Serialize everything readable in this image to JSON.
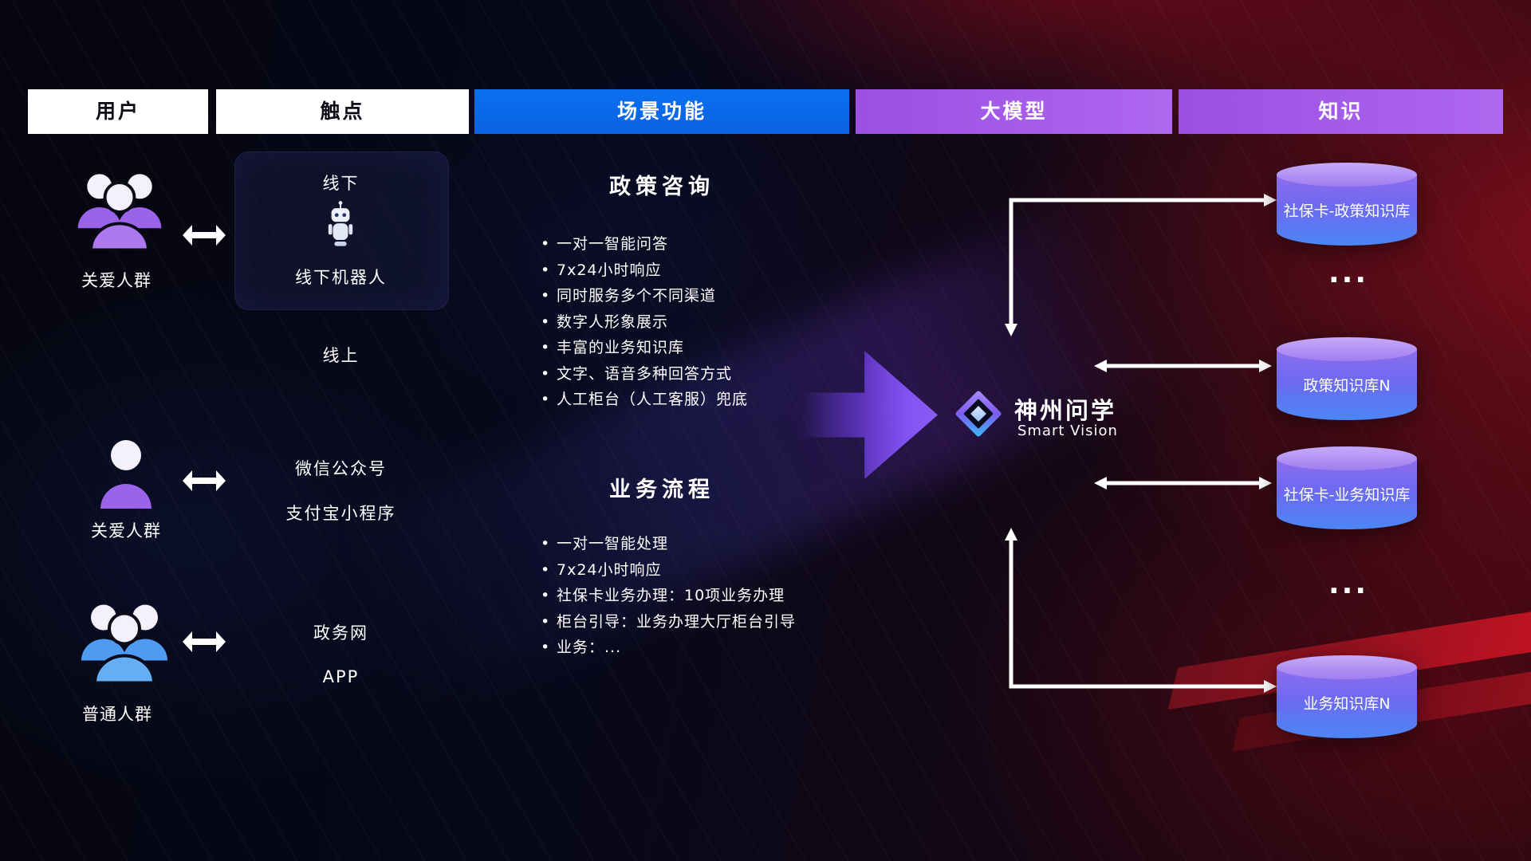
{
  "headers": [
    {
      "label": "用户"
    },
    {
      "label": "触点"
    },
    {
      "label": "场景功能"
    },
    {
      "label": "大模型"
    },
    {
      "label": "知识"
    }
  ],
  "users": [
    {
      "label": "关爱人群",
      "icon": "people-group",
      "color": "purple"
    },
    {
      "label": "关爱人群",
      "icon": "person",
      "color": "purple"
    },
    {
      "label": "普通人群",
      "icon": "people-group",
      "color": "blue"
    }
  ],
  "touchpoints": {
    "offline_title": "线下",
    "offline_robot": "线下机器人",
    "online_title": "线上",
    "wechat": "微信公众号",
    "alipay": "支付宝小程序",
    "gov": "政务网",
    "app": "APP"
  },
  "scenes": [
    {
      "title": "政策咨询",
      "items": [
        "一对一智能问答",
        "7x24小时响应",
        "同时服务多个不同渠道",
        "数字人形象展示",
        "丰富的业务知识库",
        "文字、语音多种回答方式",
        "人工柜台（人工客服）兜底"
      ]
    },
    {
      "title": "业务流程",
      "items": [
        "一对一智能处理",
        "7x24小时响应",
        "社保卡业务办理：10项业务办理",
        "柜台引导：业务办理大厅柜台引导",
        "业务：..."
      ]
    }
  ],
  "model": {
    "name": "神州问学",
    "subtitle": "Smart Vision"
  },
  "knowledge": [
    {
      "type": "db",
      "label": "社保卡-政策知识库"
    },
    {
      "type": "ellipsis",
      "label": "..."
    },
    {
      "type": "db",
      "label": "政策知识库N"
    },
    {
      "type": "db",
      "label": "社保卡-业务知识库"
    },
    {
      "type": "ellipsis",
      "label": "..."
    },
    {
      "type": "db",
      "label": "业务知识库N"
    }
  ],
  "icons": {
    "care_group": "people-group-icon",
    "single_user": "person-icon",
    "public_group": "people-group-icon",
    "swap": "double-arrow-icon",
    "robot": "robot-icon",
    "brand": "diamond-logo-icon",
    "knowledge_store": "database-cylinder-icon"
  },
  "colors": {
    "header_white_bg": "#ffffff",
    "header_blue": "#0b69ee",
    "header_purple": "#a35ae8",
    "db_top": "#bb9cf6",
    "db_bottom": "#4b86f4",
    "icon_purple": "#9a63e8",
    "icon_blue": "#4f9bf2",
    "arrow_purple": "#8a5cf6",
    "connector": "#ffffff",
    "background_red": "#c01323"
  }
}
